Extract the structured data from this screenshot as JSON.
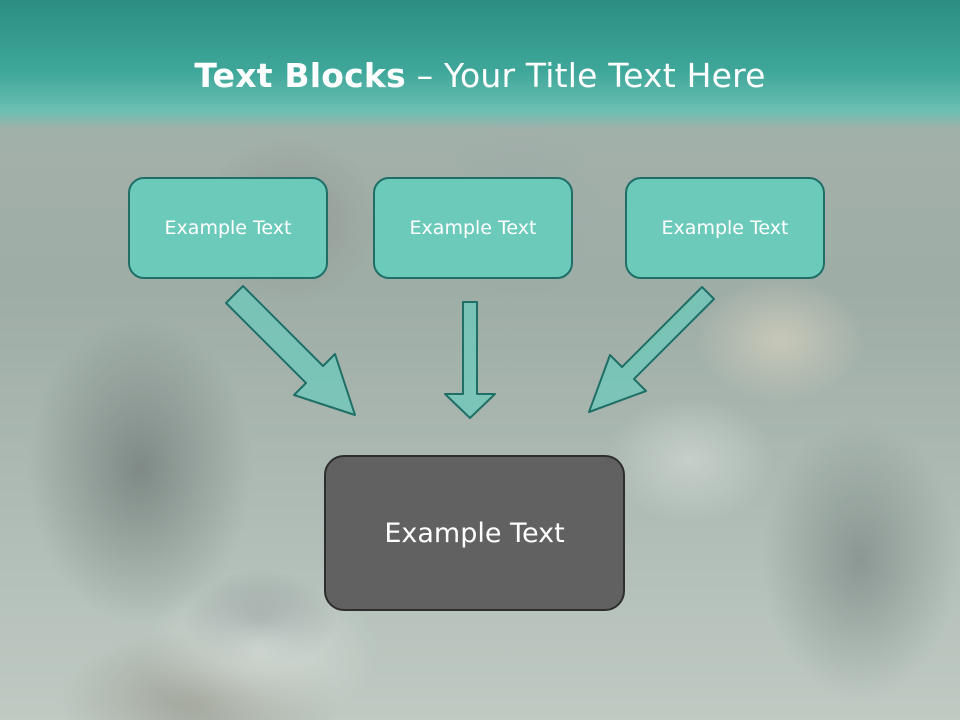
{
  "title": {
    "bold": "Text Blocks",
    "rest": " – Your Title Text Here"
  },
  "blocks": {
    "top": [
      "Example Text",
      "Example Text",
      "Example Text"
    ],
    "bottom": "Example Text"
  },
  "colors": {
    "title_band": "#3fa79a",
    "top_box_fill": "#6ccabb",
    "top_box_border": "#1f6f67",
    "bottom_box_fill": "#616161",
    "arrow_fill": "#6ccabb"
  }
}
